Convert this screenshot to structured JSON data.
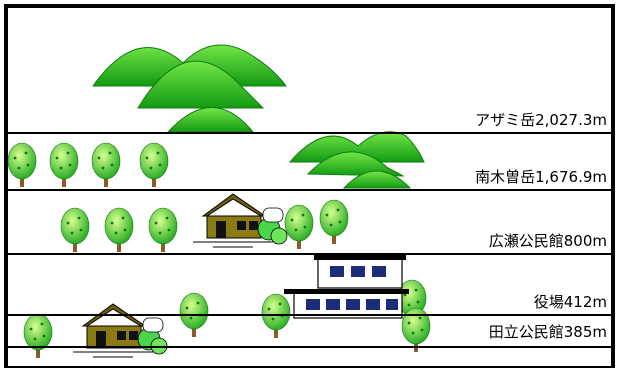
{
  "levels": [
    {
      "label": "アザミ岳2,027.3m"
    },
    {
      "label": "南木曽岳1,676.9m"
    },
    {
      "label": "広瀬公民館800m"
    },
    {
      "label": "役場412m"
    },
    {
      "label": "田立公民館385m"
    }
  ],
  "colors": {
    "line": "#000000",
    "mountain_dark": "#14a014",
    "mountain_light": "#6ee040",
    "tree_dark": "#1fa81f",
    "tree_light": "#b4f56a",
    "trunk": "#8a5a28",
    "house": "#8c7a12",
    "window": "#1c2c78"
  },
  "icons": [
    "mountain-icon",
    "tree-icon",
    "house-icon",
    "town-hall-icon"
  ]
}
